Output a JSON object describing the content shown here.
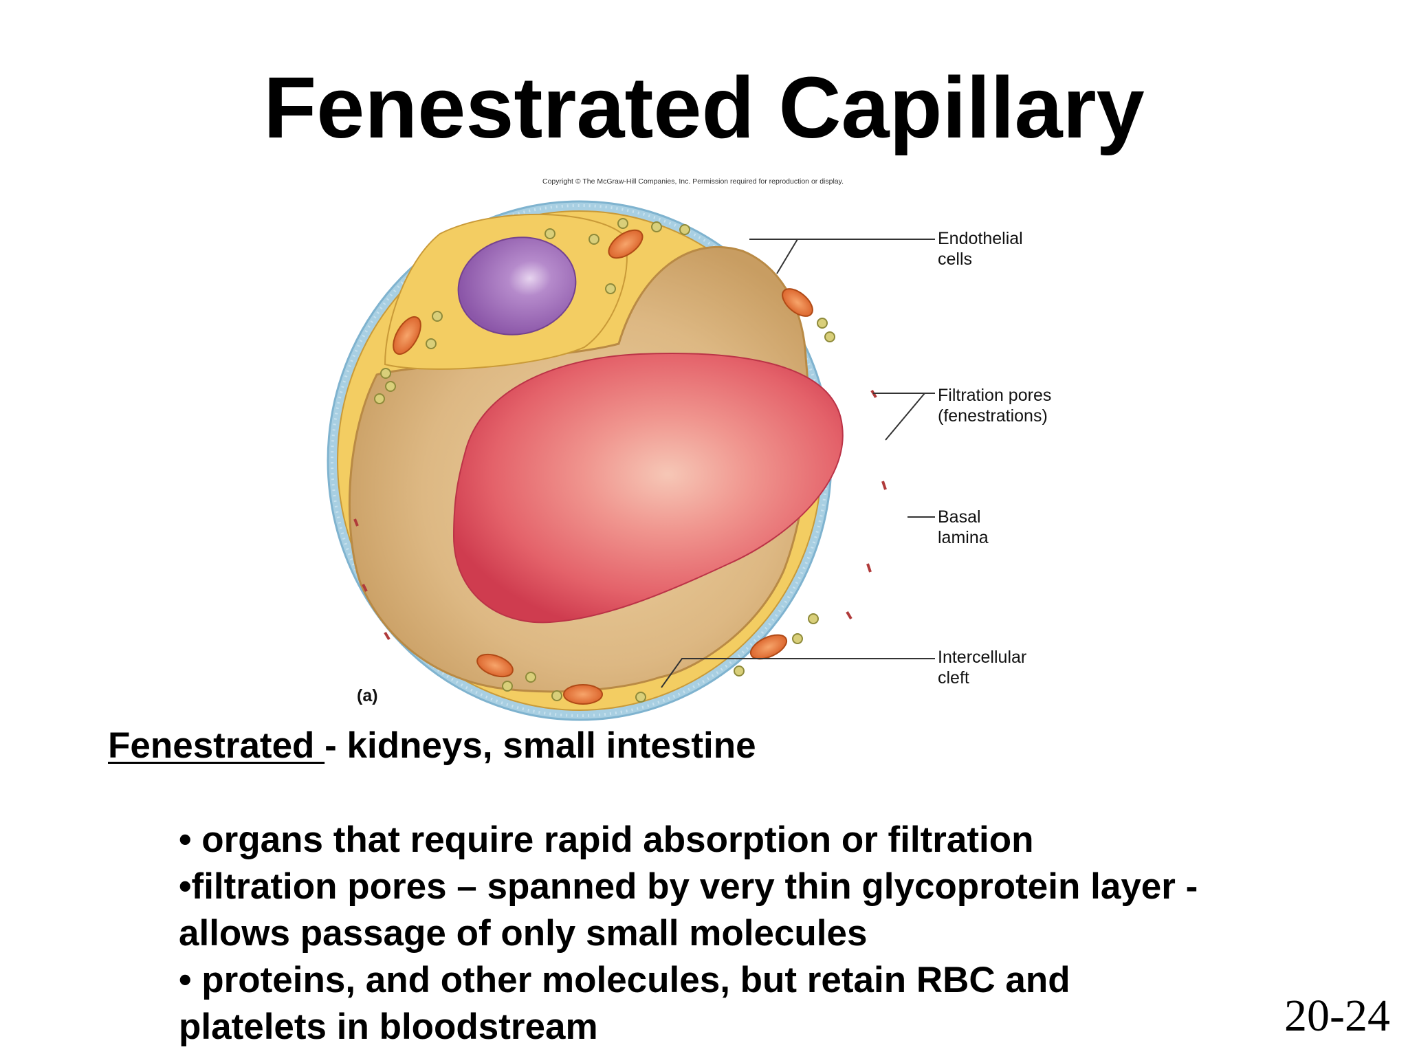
{
  "slide": {
    "title": "Fenestrated Capillary",
    "page_number": "20-24"
  },
  "figure": {
    "copyright": "Copyright © The McGraw-Hill Companies, Inc. Permission required for reproduction or display.",
    "panel_label": "(a)",
    "labels": {
      "endothelial_line1": "Endothelial",
      "endothelial_line2": "cells",
      "pores_line1": "Filtration pores",
      "pores_line2": "(fenestrations)",
      "basal_line1": "Basal",
      "basal_line2": "lamina",
      "cleft_line1": "Intercellular",
      "cleft_line2": "cleft"
    },
    "colors": {
      "basal_lamina": "#9cc6dc",
      "endothelium": "#f3cd62",
      "lumen": "#d8b27c",
      "nucleus": "#9b62b4",
      "red_blood_cell": "#e4505e",
      "mitochondria": "#e8783a"
    }
  },
  "body": {
    "term": "Fenestrated ",
    "term_rest": "- kidneys, small intestine",
    "bullet1": "• organs that require rapid absorption or filtration",
    "bullet2_line1": "•filtration pores – spanned by very thin glycoprotein layer -",
    "bullet2_line2": "allows passage of only small molecules",
    "bullet3_line1": "• proteins, and other molecules, but retain RBC and",
    "bullet3_line2": "platelets in bloodstream"
  }
}
